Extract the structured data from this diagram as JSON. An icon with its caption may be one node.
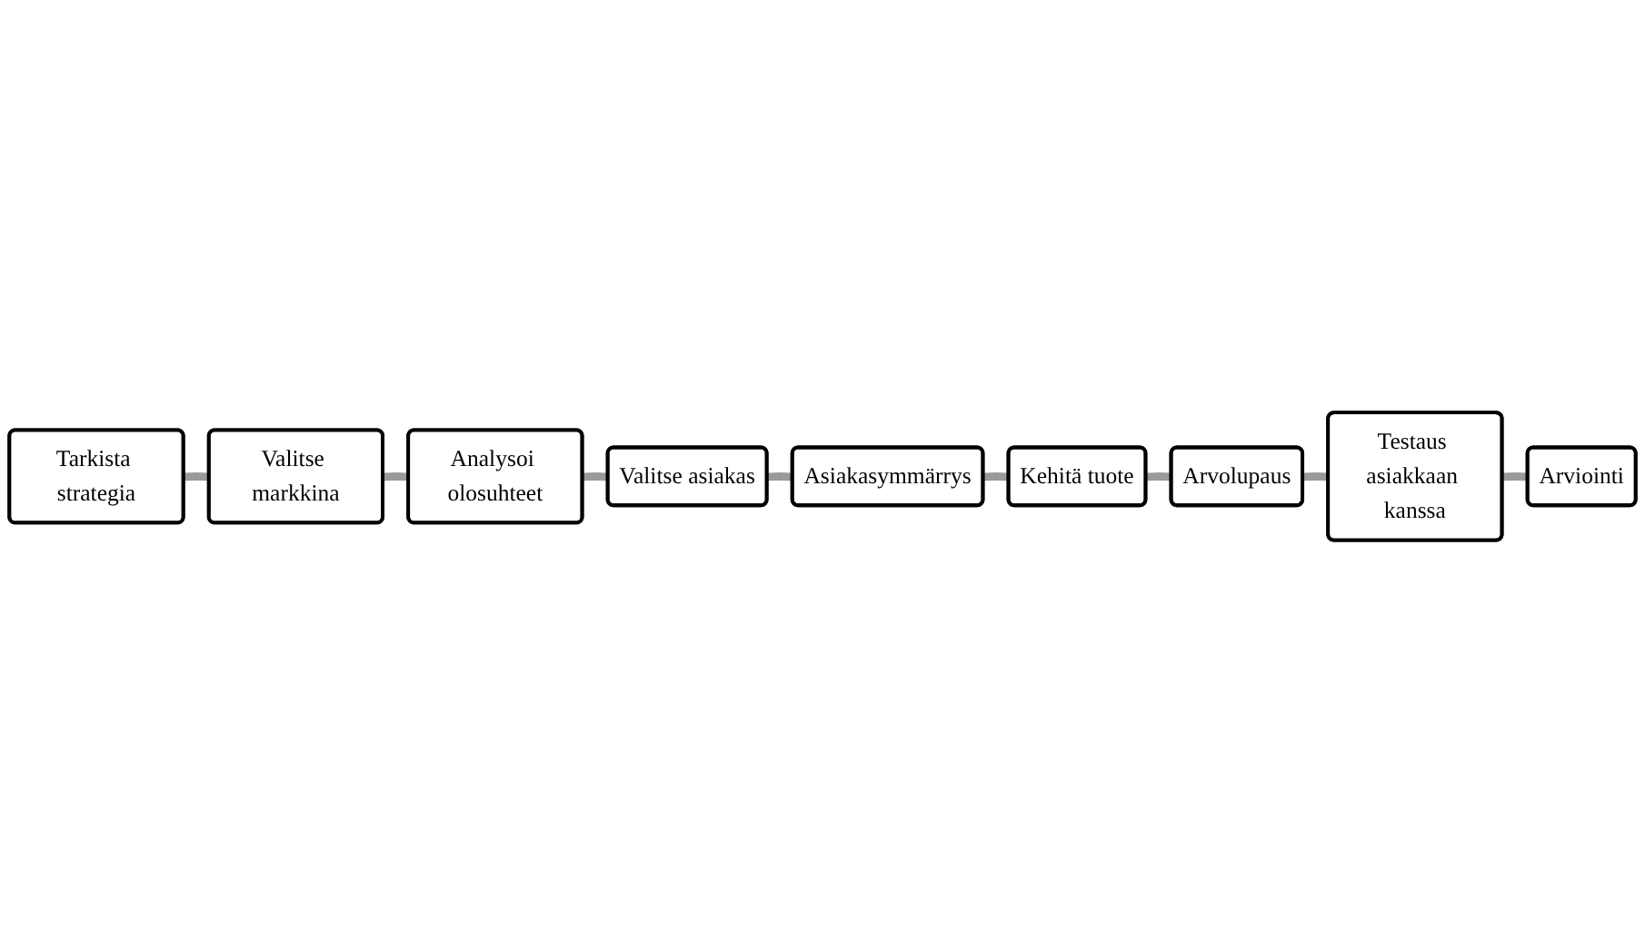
{
  "diagram": {
    "nodes": [
      {
        "text": [
          "Tarkista strategia"
        ]
      },
      {
        "text": [
          "Valitse markkina"
        ]
      },
      {
        "text": [
          "Analysoi olosuhteet"
        ]
      },
      {
        "text": [
          "Valitse asiakas"
        ]
      },
      {
        "text": [
          "Asiakasymmärrys"
        ]
      },
      {
        "text": [
          "Kehitä tuote"
        ]
      },
      {
        "text": [
          "Arvolupaus"
        ]
      },
      {
        "text": [
          "Testaus asiakkaan kanssa"
        ]
      },
      {
        "text": [
          "Arviointi"
        ]
      }
    ],
    "edges": [
      {
        "from": 0,
        "to": 1,
        "arrow": "none"
      },
      {
        "from": 1,
        "to": 2,
        "arrow": "none"
      },
      {
        "from": 2,
        "to": 3,
        "arrow": "none"
      },
      {
        "from": 3,
        "to": 4,
        "arrow": "none"
      },
      {
        "from": 4,
        "to": 5,
        "arrow": "none"
      },
      {
        "from": 5,
        "to": 6,
        "arrow": "none"
      },
      {
        "from": 6,
        "to": 7,
        "arrow": "none"
      },
      {
        "from": 7,
        "to": 8,
        "arrow": "none"
      }
    ]
  }
}
